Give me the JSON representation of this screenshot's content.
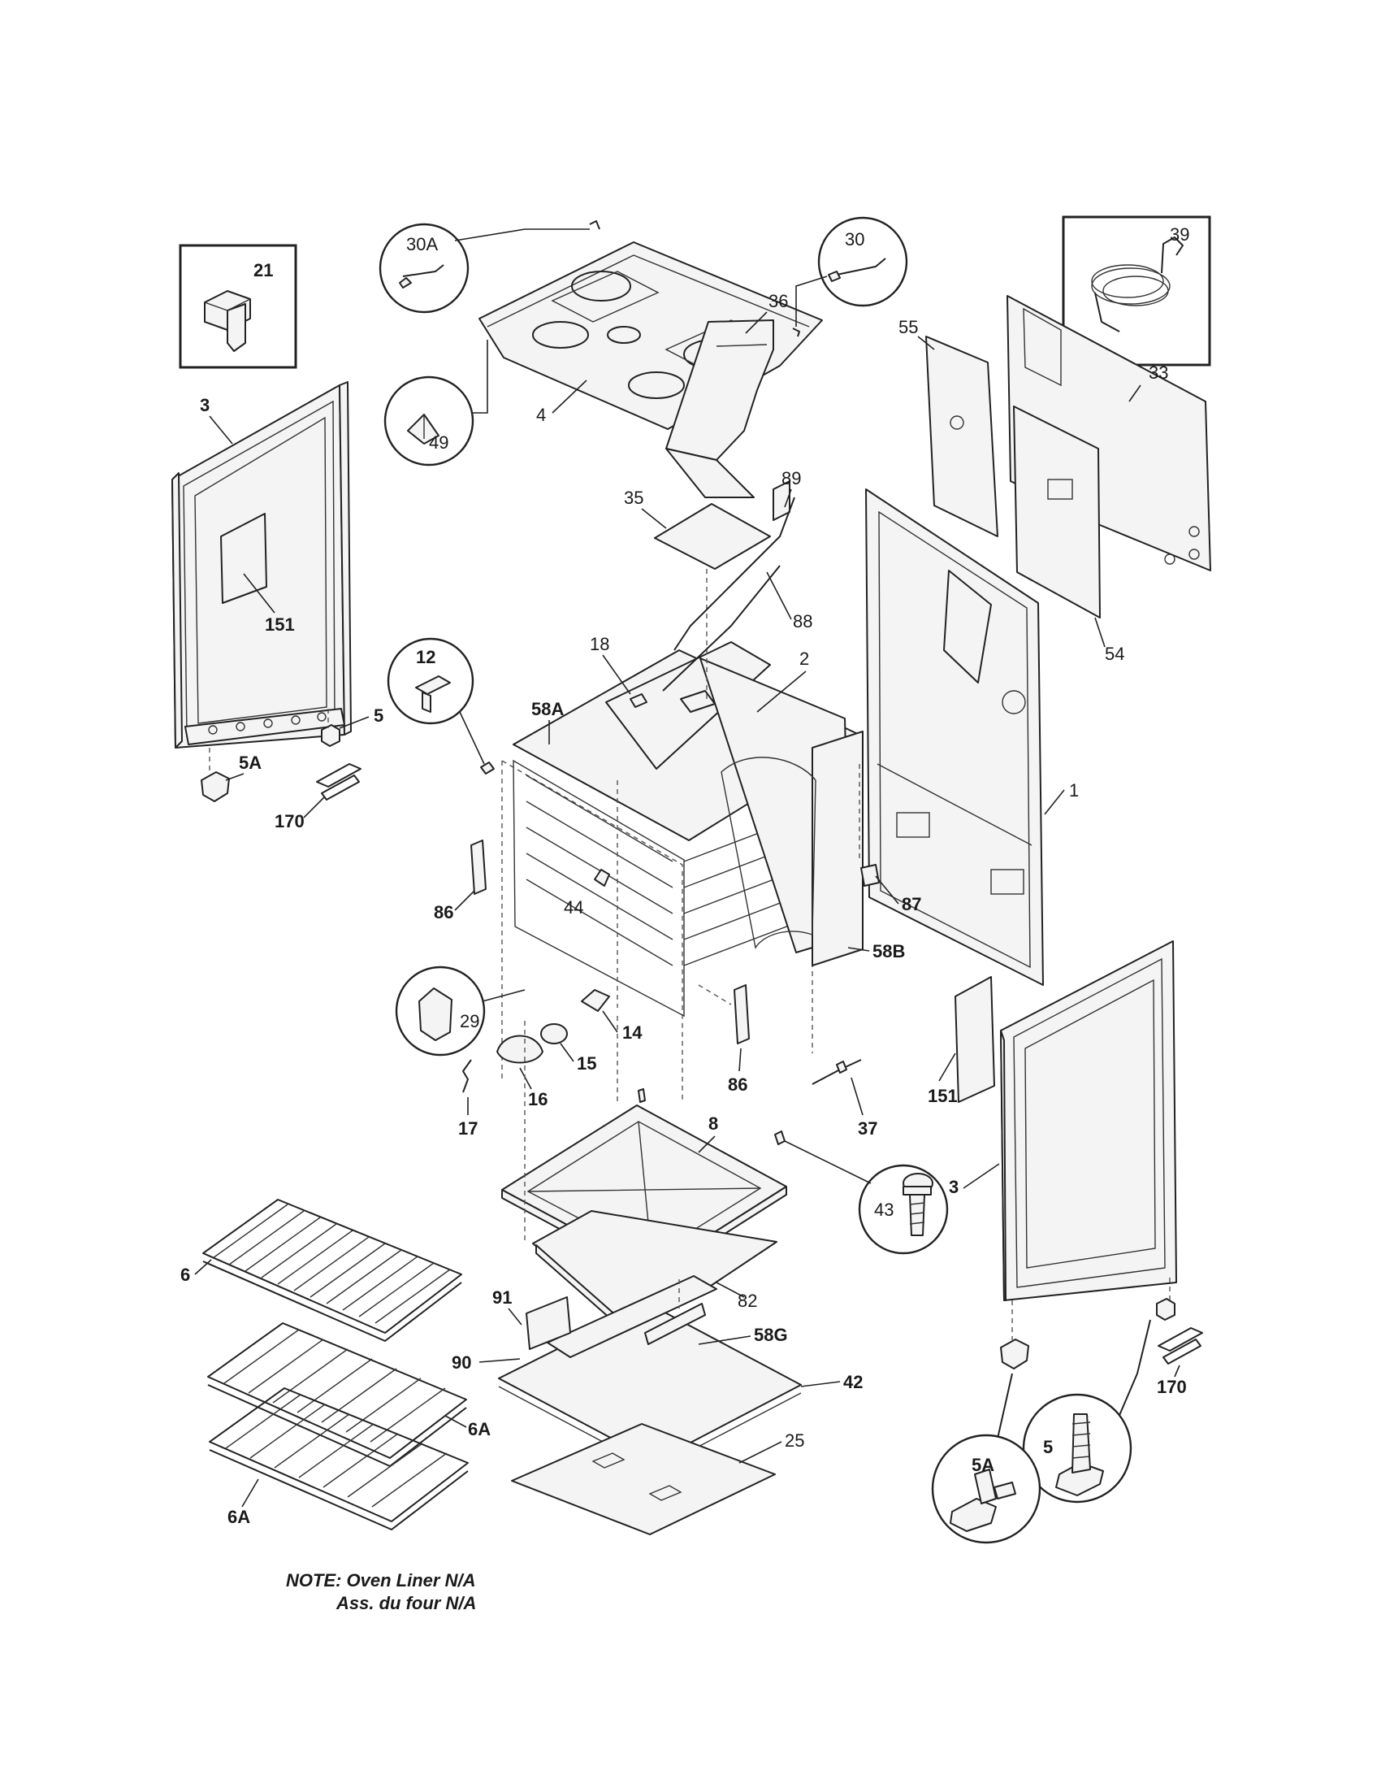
{
  "labels": {
    "p1": "1",
    "p2": "2",
    "p3_left": "3",
    "p3_right": "3",
    "p4": "4",
    "p5_left": "5",
    "p5_callout": "5",
    "p5A_left": "5A",
    "p5A_callout": "5A",
    "p6": "6",
    "p6A_top": "6A",
    "p6A_bottom": "6A",
    "p8": "8",
    "p12": "12",
    "p14": "14",
    "p15": "15",
    "p16": "16",
    "p17": "17",
    "p18": "18",
    "p21": "21",
    "p25": "25",
    "p29": "29",
    "p30": "30",
    "p30A": "30A",
    "p33": "33",
    "p35": "35",
    "p36": "36",
    "p37": "37",
    "p39": "39",
    "p42": "42",
    "p43": "43",
    "p44": "44",
    "p49": "49",
    "p54": "54",
    "p55": "55",
    "p58A": "58A",
    "p58B": "58B",
    "p58G": "58G",
    "p82": "82",
    "p86_left": "86",
    "p86_right": "86",
    "p87": "87",
    "p88": "88",
    "p89": "89",
    "p90": "90",
    "p91": "91",
    "p151_left": "151",
    "p151_right": "151",
    "p170_left": "170",
    "p170_right": "170"
  },
  "note": {
    "line1": "NOTE: Oven Liner N/A",
    "line2": "Ass. du four N/A"
  }
}
